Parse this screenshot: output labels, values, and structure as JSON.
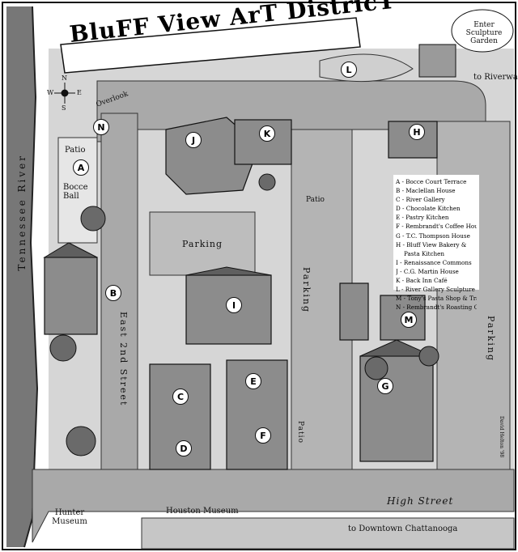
{
  "title": "BluFF View ArT DistricT",
  "labels": {
    "enter_garden": "Enter Sculpture Garden",
    "riverwalk": "to Riverwalk",
    "overlook": "Overlook",
    "patio_a": "Patio",
    "bocce_ball": "Bocce Ball",
    "parking_center": "Parking",
    "parking_vertical_mid": "Parking",
    "parking_vertical_right": "Parking",
    "patio_k": "Patio",
    "patio_f": "Patio",
    "river": "Tennessee River",
    "east_2nd": "East 2nd Street",
    "high_street": "High Street",
    "hunter_museum": "Hunter Museum",
    "houston_museum": "Houston Museum",
    "downtown": "to Downtown Chattanooga",
    "artist": "David Helton '98"
  },
  "compass": [
    "N",
    "E",
    "S",
    "W"
  ],
  "markers": [
    "A",
    "B",
    "C",
    "D",
    "E",
    "F",
    "G",
    "H",
    "I",
    "J",
    "K",
    "L",
    "M",
    "N"
  ],
  "legend": [
    "A - Bocce Court Terrace",
    "B - Maclellan House",
    "C - River Gallery",
    "D - Chocolate Kitchen",
    "E - Pastry Kitchen",
    "F - Rembrandt's Coffee House",
    "G - T.C. Thompson House",
    "H - Bluff View Bakery &",
    "Pasta Kitchen",
    "I - Renaissance Commons",
    "J - C.G. Martin House",
    "K - Back Inn Café",
    "L - River Gallery Sculpture Garden",
    "M - Tony's Pasta Shop & Trattoria",
    "N - Rembrandt's Roasting Company"
  ],
  "colors": {
    "street": "#a9a9a9",
    "lawn": "#c9c9c9",
    "building": "#8c8c8c",
    "roof": "#5f5f5f",
    "ink": "#111111"
  }
}
